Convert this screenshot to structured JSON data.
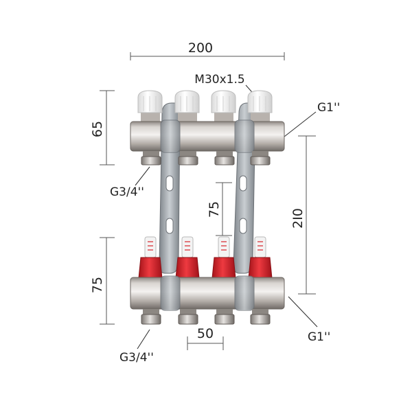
{
  "dimensions": {
    "width_top": "200",
    "thread_top": "M30x1.5",
    "height_top_bar": "65",
    "outlet_left_top": "G3/4''",
    "spacing_vertical": "75",
    "height_total": "2I0",
    "height_bottom_bar": "75",
    "outlet_left_bottom": "G3/4''",
    "outlet_spacing": "50",
    "inlet_right_top": "G1''",
    "inlet_right_bottom": "G1''"
  },
  "colors": {
    "nickel": "#c9c4bf",
    "valve_cap": "#f2f2f2",
    "flowmeter_red": "#d8232a",
    "bracket": "#9ea3a8"
  }
}
